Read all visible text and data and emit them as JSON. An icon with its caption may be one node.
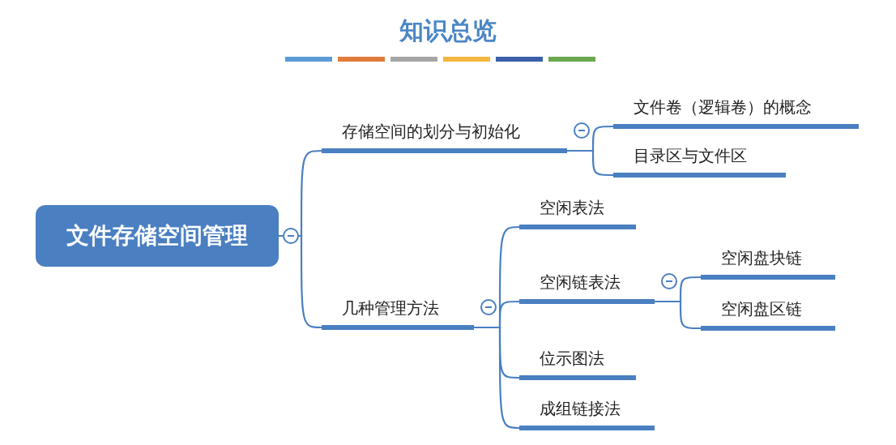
{
  "diagram": {
    "title": "知识总览",
    "nodes": [
      {
        "text": [
          "文件存储空间管理"
        ]
      },
      {
        "text": [
          "存储空间的划分与初始化"
        ]
      },
      {
        "text": [
          "文件卷（逻辑卷）的概念"
        ]
      },
      {
        "text": [
          "目录区与文件区"
        ]
      },
      {
        "text": [
          "几种管理方法"
        ]
      },
      {
        "text": [
          "空闲表法"
        ]
      },
      {
        "text": [
          "空闲链表法"
        ]
      },
      {
        "text": [
          "空闲盘块链"
        ]
      },
      {
        "text": [
          "空闲盘区链"
        ]
      },
      {
        "text": [
          "位示图法"
        ]
      },
      {
        "text": [
          "成组链接法"
        ]
      }
    ],
    "edges": [
      {
        "from": 0,
        "to": 1,
        "arrow": "none"
      },
      {
        "from": 1,
        "to": 2,
        "arrow": "none"
      },
      {
        "from": 1,
        "to": 3,
        "arrow": "none"
      },
      {
        "from": 0,
        "to": 4,
        "arrow": "none"
      },
      {
        "from": 4,
        "to": 5,
        "arrow": "none"
      },
      {
        "from": 4,
        "to": 6,
        "arrow": "none"
      },
      {
        "from": 6,
        "to": 7,
        "arrow": "none"
      },
      {
        "from": 6,
        "to": 8,
        "arrow": "none"
      },
      {
        "from": 4,
        "to": 9,
        "arrow": "none"
      },
      {
        "from": 4,
        "to": 10,
        "arrow": "none"
      }
    ]
  }
}
